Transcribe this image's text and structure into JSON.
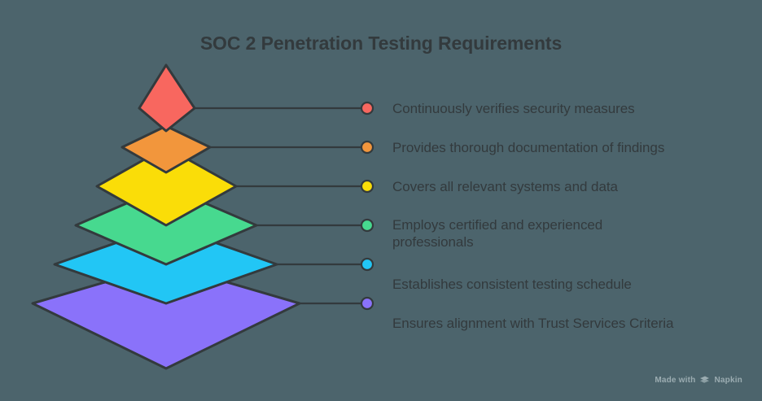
{
  "title": "SOC 2 Penetration Testing Requirements",
  "background_color": "#4c646c",
  "text_color": "#333a3d",
  "stroke_color": "#333a3d",
  "watermark": {
    "text_before": "Made with",
    "brand": "Napkin",
    "logo": "napkin-chevrons-icon"
  },
  "chart_data": {
    "type": "pyramid",
    "title": "SOC 2 Penetration Testing Requirements",
    "orientation": "isometric-stacked-layers",
    "layer_count": 6,
    "layers": [
      {
        "index": 1,
        "label": "Continuously verifies security measures",
        "color": "#f8675f",
        "level": "top",
        "marker": "dot"
      },
      {
        "index": 2,
        "label": "Provides thorough documentation of findings",
        "color": "#f2963c",
        "level": 2,
        "marker": "dot"
      },
      {
        "index": 3,
        "label": "Covers all relevant systems and data",
        "color": "#fadd08",
        "level": 3,
        "marker": "dot"
      },
      {
        "index": 4,
        "label": "Employs certified and experienced professionals",
        "color": "#47d98f",
        "level": 4,
        "marker": "dot"
      },
      {
        "index": 5,
        "label": "Establishes consistent testing schedule",
        "color": "#22c6f5",
        "level": 5,
        "marker": "dot"
      },
      {
        "index": 6,
        "label": "Ensures alignment with Trust Services Criteria",
        "color": "#8a72fa",
        "level": "base",
        "marker": "dot"
      }
    ]
  }
}
